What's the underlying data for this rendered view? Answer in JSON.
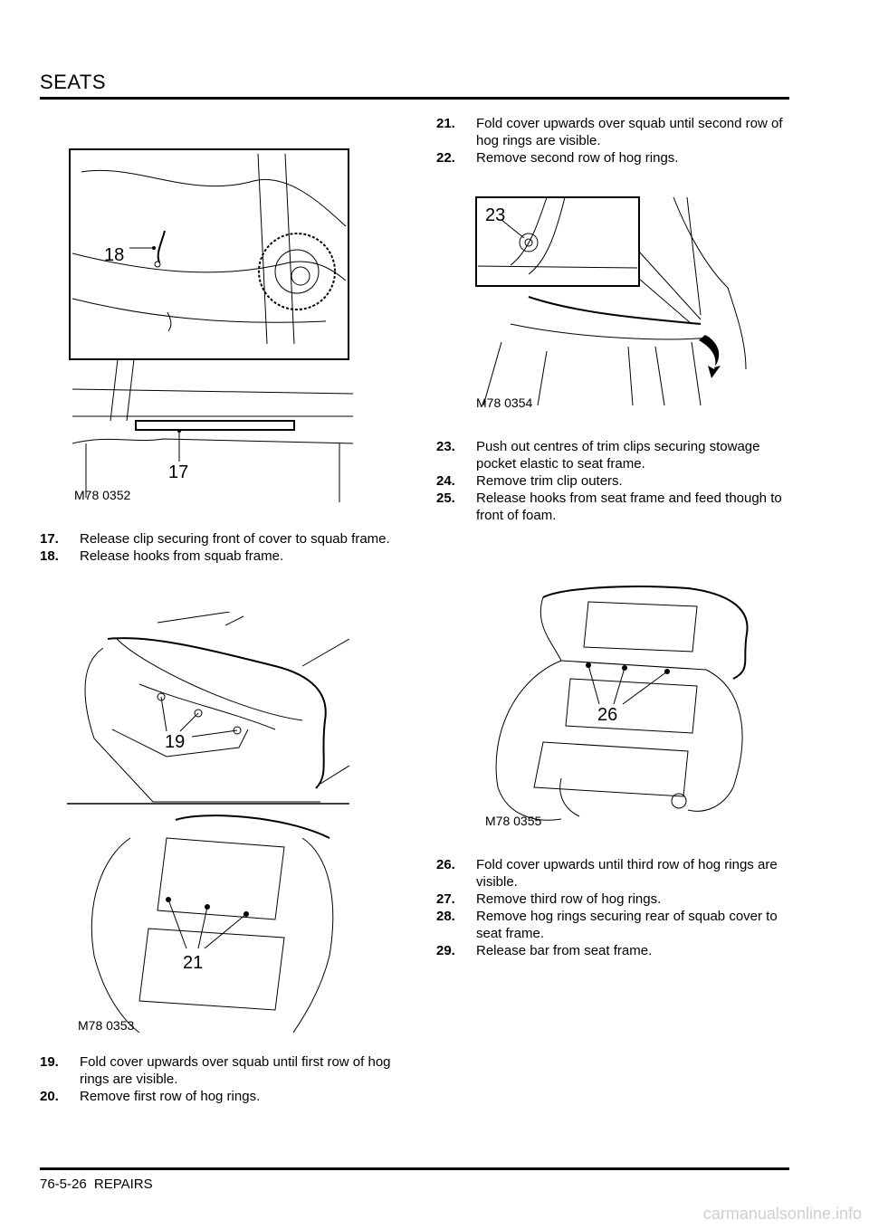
{
  "header": {
    "title": "SEATS"
  },
  "footer": {
    "page": "76-5-26   REPAIRS"
  },
  "figures": {
    "fig1": {
      "code": "M78 0352",
      "callouts": [
        "18",
        "17"
      ]
    },
    "fig2": {
      "code": "M78 0353",
      "callouts": [
        "19",
        "21"
      ]
    },
    "fig3": {
      "code": "M78 0354",
      "callouts": [
        "23"
      ]
    },
    "fig4": {
      "code": "M78 0355",
      "callouts": [
        "26"
      ]
    }
  },
  "steps_a": [
    {
      "num": "17.",
      "text": "Release clip securing front of cover to  squab frame."
    },
    {
      "num": "18.",
      "text": "Release hooks from squab frame."
    }
  ],
  "steps_b": [
    {
      "num": "19.",
      "text": "Fold cover upwards over squab until  first row of hog rings are visible."
    },
    {
      "num": "20.",
      "text": "Remove first row of hog rings."
    }
  ],
  "steps_c": [
    {
      "num": "21.",
      "text": "Fold cover upwards over squab until  second row of hog rings are visible."
    },
    {
      "num": "22.",
      "text": "Remove second row of hog rings."
    }
  ],
  "steps_d": [
    {
      "num": "23.",
      "text": "Push out centres of trim clips securing  stowage pocket elastic to seat frame."
    },
    {
      "num": "24.",
      "text": "Remove trim clip outers."
    },
    {
      "num": "25.",
      "text": "Release hooks from seat frame and feed though to front of foam."
    }
  ],
  "steps_e": [
    {
      "num": "26.",
      "text": "Fold cover upwards until third row of  hog rings are visible."
    },
    {
      "num": "27.",
      "text": "Remove third row of hog rings."
    },
    {
      "num": "28.",
      "text": "Remove hog rings securing rear of squab cover to seat frame."
    },
    {
      "num": "29.",
      "text": "Release bar from seat frame."
    }
  ],
  "watermark": "carmanualsonline.info"
}
